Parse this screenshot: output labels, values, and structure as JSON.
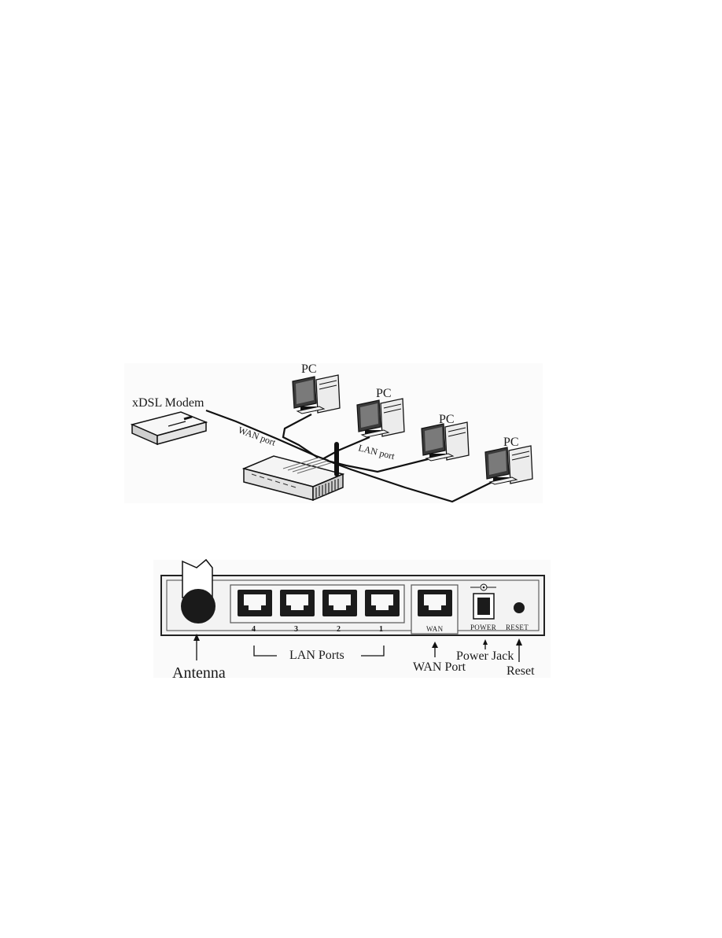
{
  "network_diagram": {
    "modem_label": "xDSL Modem",
    "wan_cable_label": "WAN port",
    "lan_cable_label": "LAN port",
    "pc_labels": [
      "PC",
      "PC",
      "PC",
      "PC"
    ]
  },
  "rear_panel": {
    "lan_port_numbers": [
      "4",
      "3",
      "2",
      "1"
    ],
    "wan_port_label": "WAN",
    "power_label": "POWER",
    "reset_label": "RESET"
  },
  "callouts": {
    "antenna": "Antenna",
    "lan_ports": "LAN Ports",
    "wan_port": "WAN Port",
    "power_jack": "Power Jack",
    "reset": "Reset"
  }
}
